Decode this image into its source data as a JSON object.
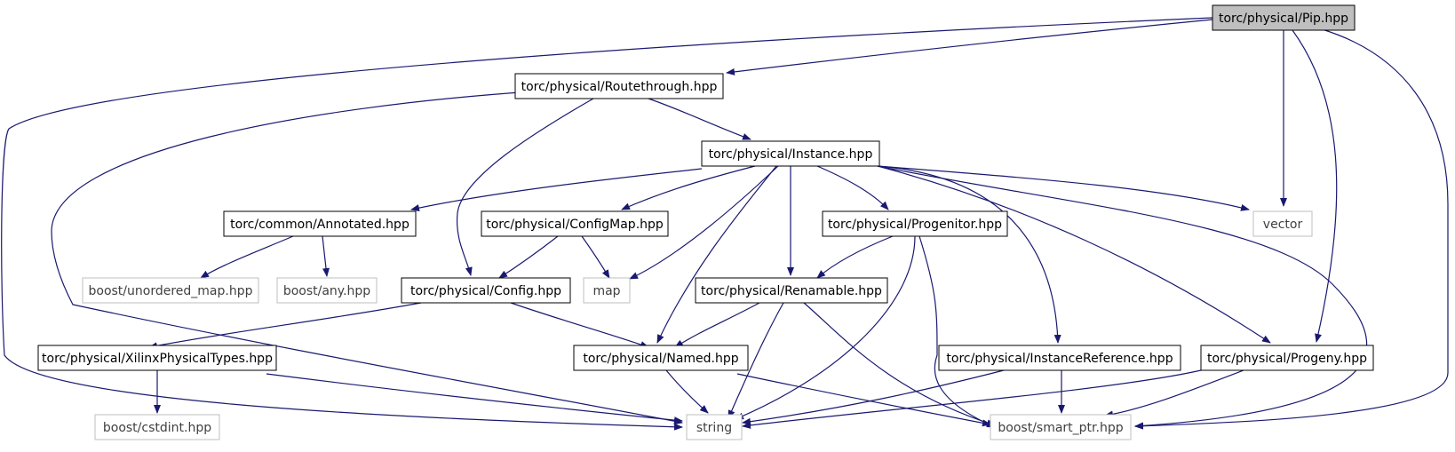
{
  "diagram": {
    "nodes": [
      {
        "id": "pip",
        "label": "torc/physical/Pip.hpp",
        "style": "root"
      },
      {
        "id": "routethrough",
        "label": "torc/physical/Routethrough.hpp",
        "style": "internal"
      },
      {
        "id": "instance",
        "label": "torc/physical/Instance.hpp",
        "style": "internal"
      },
      {
        "id": "annotated",
        "label": "torc/common/Annotated.hpp",
        "style": "internal"
      },
      {
        "id": "configmap",
        "label": "torc/physical/ConfigMap.hpp",
        "style": "internal"
      },
      {
        "id": "progenitor",
        "label": "torc/physical/Progenitor.hpp",
        "style": "internal"
      },
      {
        "id": "vector",
        "label": "vector",
        "style": "external"
      },
      {
        "id": "unordered_map",
        "label": "boost/unordered_map.hpp",
        "style": "external"
      },
      {
        "id": "any",
        "label": "boost/any.hpp",
        "style": "external"
      },
      {
        "id": "config",
        "label": "torc/physical/Config.hpp",
        "style": "internal"
      },
      {
        "id": "map",
        "label": "map",
        "style": "external"
      },
      {
        "id": "renamable",
        "label": "torc/physical/Renamable.hpp",
        "style": "internal"
      },
      {
        "id": "xilinx",
        "label": "torc/physical/XilinxPhysicalTypes.hpp",
        "style": "internal"
      },
      {
        "id": "named",
        "label": "torc/physical/Named.hpp",
        "style": "internal"
      },
      {
        "id": "instanceref",
        "label": "torc/physical/InstanceReference.hpp",
        "style": "internal"
      },
      {
        "id": "progeny",
        "label": "torc/physical/Progeny.hpp",
        "style": "internal"
      },
      {
        "id": "cstdint",
        "label": "boost/cstdint.hpp",
        "style": "external"
      },
      {
        "id": "string",
        "label": "string",
        "style": "external"
      },
      {
        "id": "smart_ptr",
        "label": "boost/smart_ptr.hpp",
        "style": "external"
      }
    ],
    "edges": [
      {
        "from": "pip",
        "to": "routethrough"
      },
      {
        "from": "pip",
        "to": "string"
      },
      {
        "from": "pip",
        "to": "vector"
      },
      {
        "from": "pip",
        "to": "progeny"
      },
      {
        "from": "pip",
        "to": "smart_ptr"
      },
      {
        "from": "routethrough",
        "to": "instance"
      },
      {
        "from": "routethrough",
        "to": "config"
      },
      {
        "from": "routethrough",
        "to": "string"
      },
      {
        "from": "instance",
        "to": "annotated"
      },
      {
        "from": "instance",
        "to": "configmap"
      },
      {
        "from": "instance",
        "to": "map"
      },
      {
        "from": "instance",
        "to": "named"
      },
      {
        "from": "instance",
        "to": "renamable"
      },
      {
        "from": "instance",
        "to": "progenitor"
      },
      {
        "from": "instance",
        "to": "instanceref"
      },
      {
        "from": "instance",
        "to": "progeny"
      },
      {
        "from": "instance",
        "to": "vector"
      },
      {
        "from": "instance",
        "to": "smart_ptr"
      },
      {
        "from": "annotated",
        "to": "unordered_map"
      },
      {
        "from": "annotated",
        "to": "any"
      },
      {
        "from": "configmap",
        "to": "config"
      },
      {
        "from": "configmap",
        "to": "map"
      },
      {
        "from": "progenitor",
        "to": "renamable"
      },
      {
        "from": "progenitor",
        "to": "string"
      },
      {
        "from": "progenitor",
        "to": "smart_ptr"
      },
      {
        "from": "config",
        "to": "xilinx"
      },
      {
        "from": "config",
        "to": "named"
      },
      {
        "from": "renamable",
        "to": "named"
      },
      {
        "from": "renamable",
        "to": "string"
      },
      {
        "from": "renamable",
        "to": "smart_ptr"
      },
      {
        "from": "xilinx",
        "to": "cstdint"
      },
      {
        "from": "xilinx",
        "to": "string"
      },
      {
        "from": "named",
        "to": "string"
      },
      {
        "from": "named",
        "to": "smart_ptr"
      },
      {
        "from": "instanceref",
        "to": "string"
      },
      {
        "from": "instanceref",
        "to": "smart_ptr"
      },
      {
        "from": "progeny",
        "to": "string"
      },
      {
        "from": "progeny",
        "to": "smart_ptr"
      }
    ],
    "colors": {
      "edge": "#191970",
      "root_fill": "#bfbfbf",
      "internal_border": "#000000",
      "external_border": "#bfbfbf",
      "internal_text": "#000000",
      "external_text": "#404040"
    }
  }
}
